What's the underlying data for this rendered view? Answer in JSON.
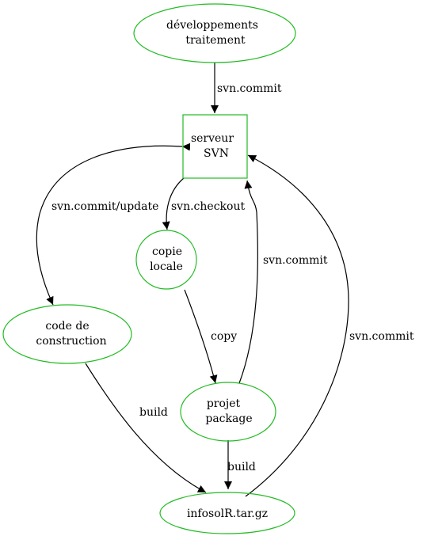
{
  "diagram": {
    "node_color": "#22bb22",
    "edge_color": "#000000",
    "nodes": {
      "dev": {
        "line1": "développements",
        "line2": "traitement",
        "shape": "ellipse"
      },
      "svn": {
        "line1": "serveur",
        "line2": "SVN",
        "shape": "box"
      },
      "copie": {
        "line1": "copie",
        "line2": "locale",
        "shape": "ellipse"
      },
      "code": {
        "line1": "code de",
        "line2": "construction",
        "shape": "ellipse"
      },
      "projet": {
        "line1": "projet",
        "line2": "package",
        "shape": "ellipse"
      },
      "tar": {
        "line1": "infosolR.tar.gz",
        "shape": "ellipse"
      }
    },
    "edges": {
      "dev_svn": "svn.commit",
      "svn_code": "svn.commit/update",
      "svn_copie": "svn.checkout",
      "copie_projet": "copy",
      "projet_svn": "svn.commit",
      "tar_svn": "svn.commit",
      "code_tar": "build",
      "projet_tar": "build"
    }
  }
}
